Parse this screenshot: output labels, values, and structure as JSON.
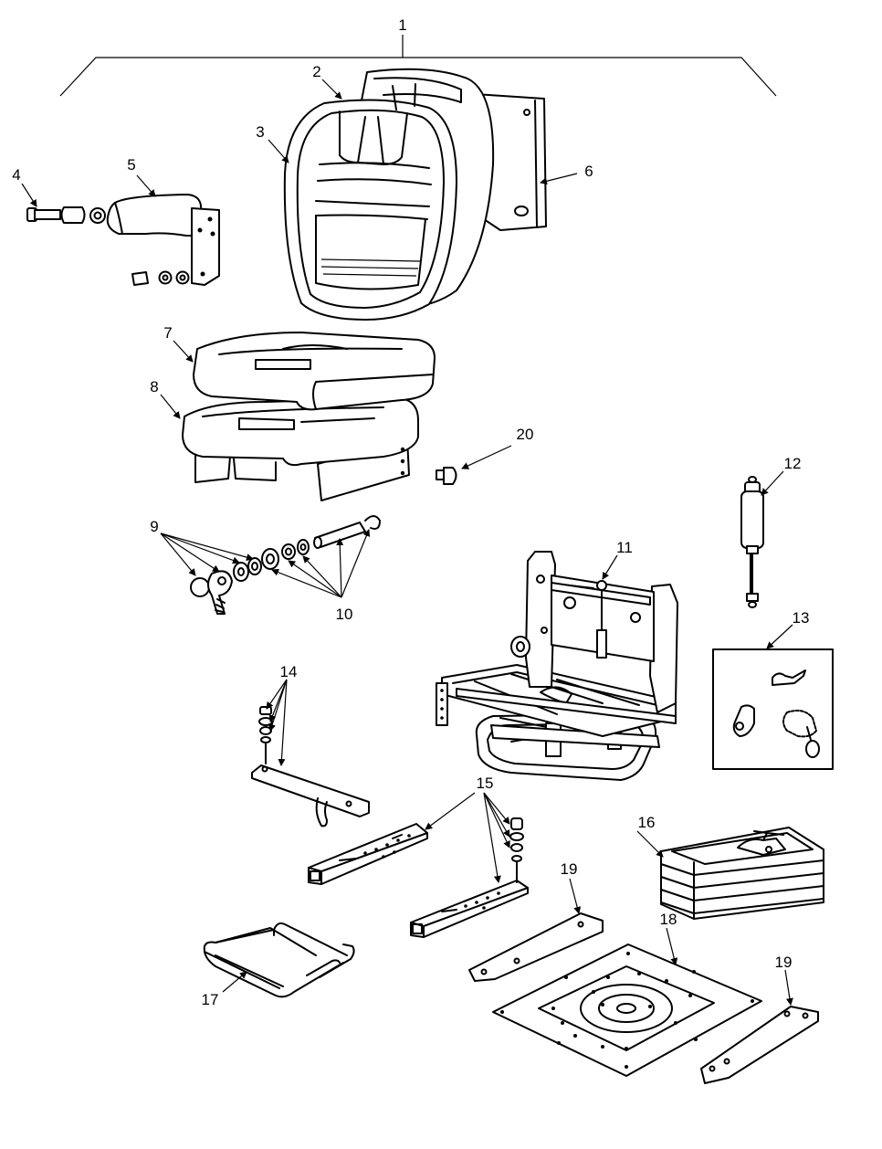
{
  "callouts": {
    "c1": "1",
    "c2": "2",
    "c3": "3",
    "c4": "4",
    "c5": "5",
    "c6": "6",
    "c7": "7",
    "c8": "8",
    "c9": "9",
    "c10": "10",
    "c11": "11",
    "c12": "12",
    "c13": "13",
    "c14": "14",
    "c15": "15",
    "c16": "16",
    "c17": "17",
    "c18": "18",
    "c19a": "19",
    "c19b": "19",
    "c20": "20"
  }
}
